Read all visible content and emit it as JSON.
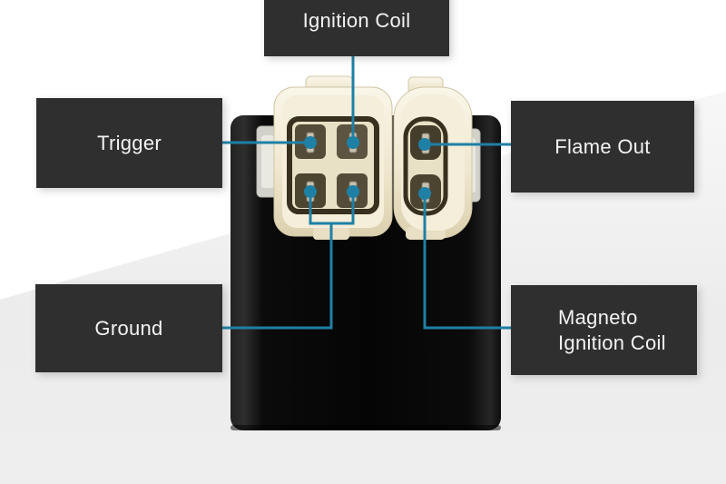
{
  "labels": {
    "ignition_coil": "Ignition Coil",
    "trigger": "Trigger",
    "flame_out": "Flame Out",
    "ground": "Ground",
    "magneto_line1": "Magneto",
    "magneto_line2": "Ignition Coil"
  },
  "colors": {
    "callout_line": "#1e80a5",
    "pin_marker": "#1e80a5",
    "label_background": "#2f2f2f",
    "label_text": "#f3f3f3",
    "background_top": "#ffffff",
    "background_bottom": "#ededed",
    "device_body": "#0a0a0a",
    "connector_housing": "#efe7cf",
    "connector_socket": "#544c38"
  }
}
